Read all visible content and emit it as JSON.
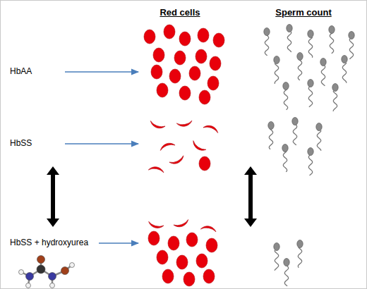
{
  "diagram": {
    "labels": [
      "Red cells",
      "Sperm count",
      "HbAA",
      "HbSS",
      "HbSS + hydroxyurea"
    ]
  }
}
